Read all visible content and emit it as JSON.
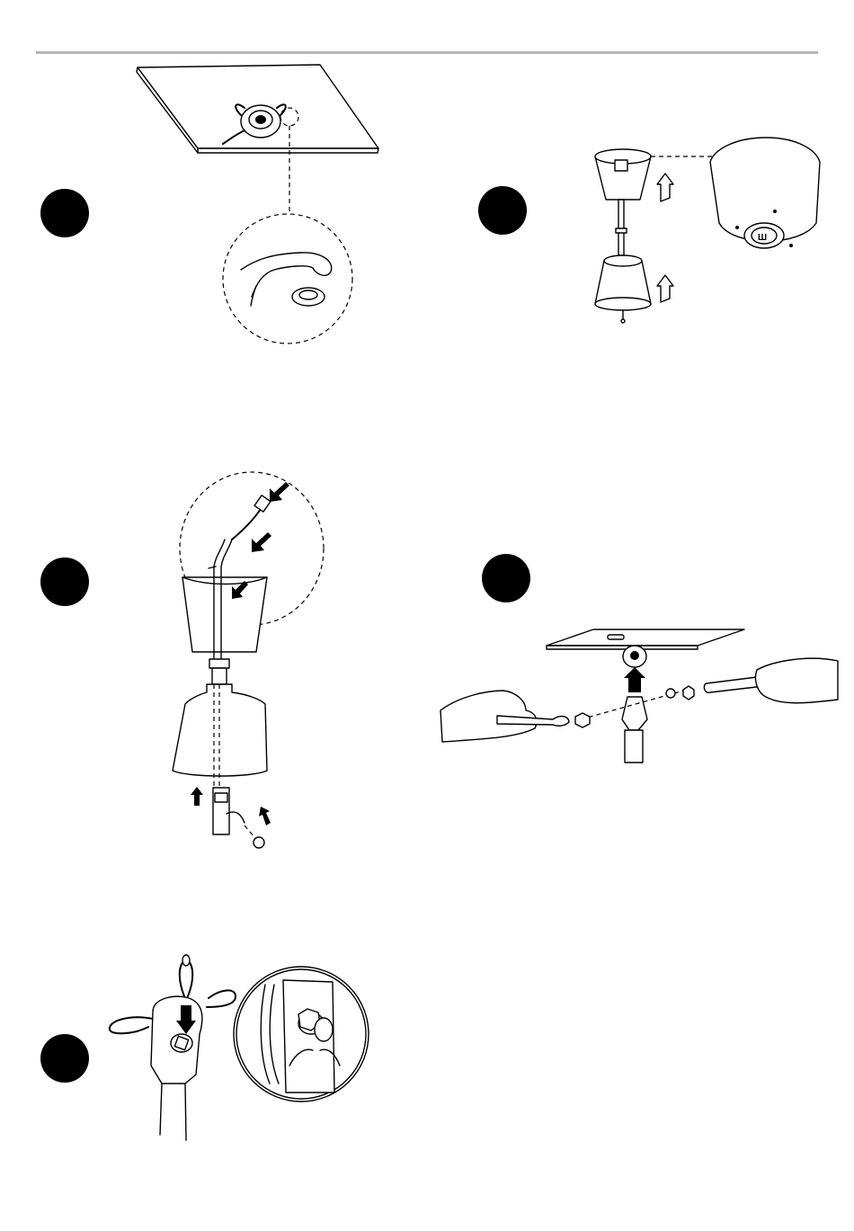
{
  "document": {
    "steps": [
      {
        "number": "",
        "figure": "ceiling-hook-detail"
      },
      {
        "number": "",
        "figure": "canopy-and-shade-assembly"
      },
      {
        "number": "",
        "figure": "cable-threading"
      },
      {
        "number": "",
        "figure": "bracket-wrench-mounting"
      },
      {
        "number": "",
        "figure": "hook-pin-locking"
      }
    ]
  }
}
